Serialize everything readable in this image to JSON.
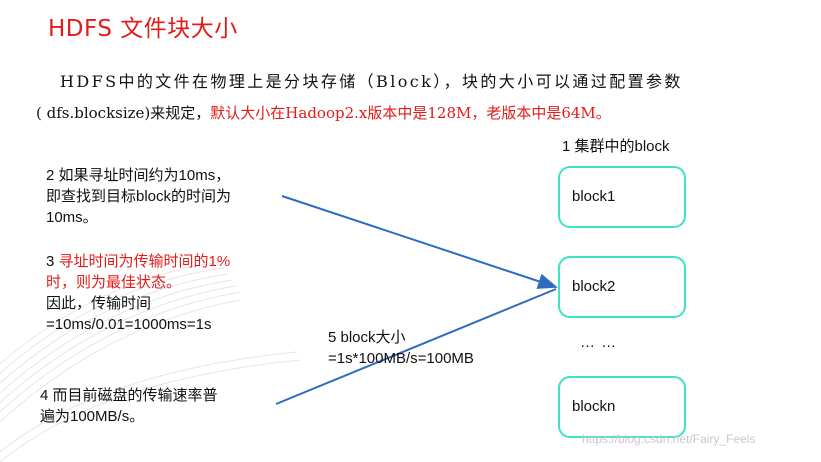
{
  "title": "HDFS 文件块大小",
  "intro": {
    "line1": "HDFS中的文件在物理上是分块存储（Block），块的大小可以通过配置参数",
    "line2_black": "( dfs.blocksize)来规定，",
    "line2_red": "默认大小在Hadoop2.x版本中是128M，老版本中是64M。"
  },
  "notes": {
    "note2": {
      "line1": "2 如果寻址时间约为10ms，",
      "line2": "即查找到目标block的时间为",
      "line3": "10ms。"
    },
    "note3": {
      "prefix": "3 ",
      "red_line1": "寻址时间为传输时间的1%",
      "red_line2": "时，则为最佳状态。",
      "line3": "因此，传输时间",
      "line4": "=10ms/0.01=1000ms=1s"
    },
    "note4": {
      "line1": "4 而目前磁盘的传输速率普",
      "line2": "遍为100MB/s。"
    },
    "note5": {
      "line1": "5 block大小",
      "line2": "=1s*100MB/s=100MB"
    }
  },
  "cluster": {
    "label": "1 集群中的block",
    "blocks": [
      "block1",
      "block2",
      "blockn"
    ],
    "ellipsis": "… …"
  },
  "watermark": "https://blog.csdn.net/Fairy_Feels",
  "colors": {
    "accent_red": "#e21b1b",
    "block_border": "#3ee2c6",
    "arrow": "#2f6bbf"
  }
}
